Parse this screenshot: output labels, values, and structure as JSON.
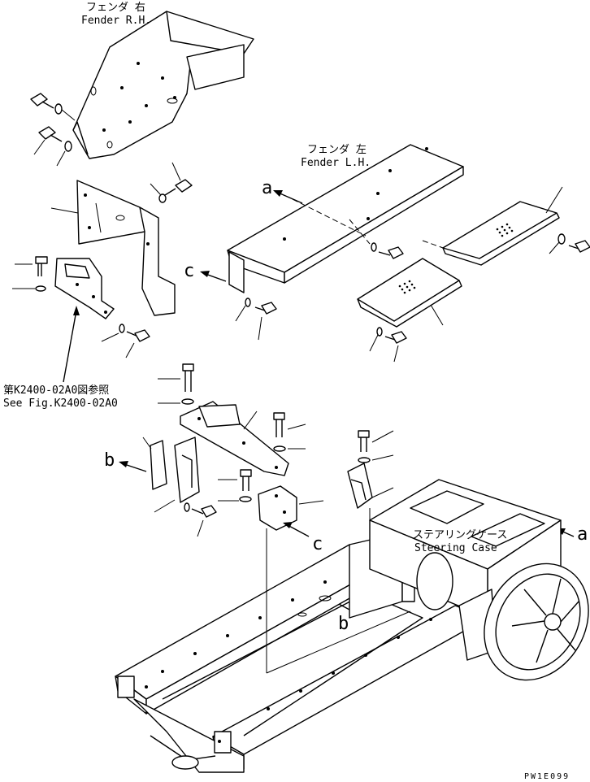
{
  "labels": {
    "fender_rh_jp": "フェンダ 右",
    "fender_rh_en": "Fender R.H.",
    "fender_lh_jp": "フェンダ 左",
    "fender_lh_en": "Fender L.H.",
    "ref_jp": "第K2400-02A0図参照",
    "ref_en": "See Fig.K2400-02A0",
    "steering_jp": "ステアリングケース",
    "steering_en": "Steering Case",
    "drawing_code": "PW1E099"
  },
  "callouts": {
    "a": "a",
    "b": "b",
    "c": "c"
  }
}
